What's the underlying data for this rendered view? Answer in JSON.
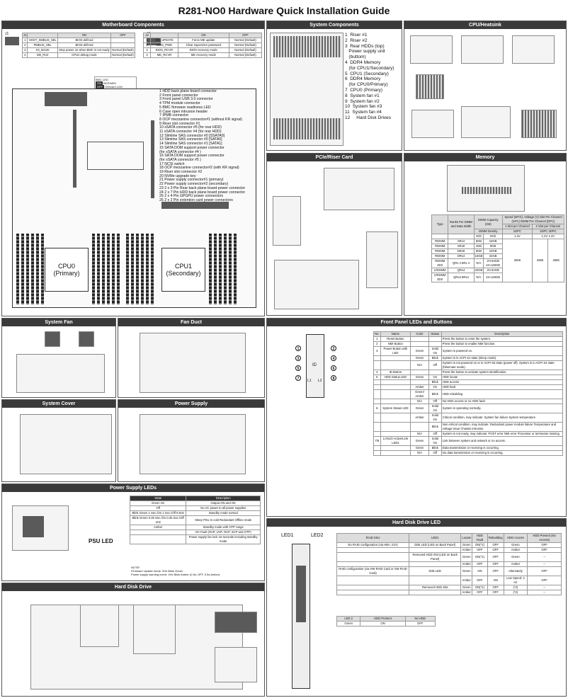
{
  "title": "R281-NO0 Hardware Quick Installation Guide",
  "sections": {
    "motherboard": "Motherboard Components",
    "system": "System Components",
    "cpu": "CPU/Heatsink",
    "pcie": "PCIe/Riser Card",
    "memory": "Memory",
    "fan": "System Fan",
    "duct": "Fan Duct",
    "frontled": "Front Panel LEDs and Buttons",
    "cover": "System Cover",
    "psu": "Power Supply",
    "psuled": "Power Supply LEDs",
    "hddled": "Hard Disk Drive LED",
    "hdd": "Hard Disk Drive"
  },
  "j1": {
    "label": "J1",
    "rows": [
      [
        "J1",
        "",
        "ON",
        "OFF"
      ],
      [
        "1",
        "HOST_SMBUS_SEL",
        "BIOS defined",
        ""
      ],
      [
        "2",
        "PMBUS_SEL",
        "BIOS defined",
        ""
      ],
      [
        "3",
        "S3_MASK",
        "Stop power on when BMC is not ready",
        "Normal (Default)"
      ],
      [
        "4",
        "DB_PLD",
        "CPLD debug mode",
        "Normal (Default)"
      ]
    ]
  },
  "j2": {
    "label": "J2",
    "rows": [
      [
        "J2",
        "",
        "ON",
        "OFF"
      ],
      [
        "1",
        "ME_UPDATE",
        "Force ME update",
        "Normal (Default)"
      ],
      [
        "2",
        "BIOS_PWD",
        "Clear supervisor password",
        "Normal (Default)"
      ],
      [
        "3",
        "BIOS_RCVR",
        "BIOS recovery mode",
        "Normal (Default)"
      ],
      [
        "4",
        "ME_RCVR",
        "ME recovery mode",
        "Normal (Default)"
      ]
    ]
  },
  "bmc_legend": {
    "title": "BMC LED",
    "on": "ON",
    "off": "OFF",
    "a": "BCP/MDC",
    "b": "Onboard LAN"
  },
  "mb_list": [
    "1  HDD back plane board connector",
    "2  Front panel connector",
    "3  Front panel USB 3.0 connector",
    "4  TPM module connector",
    "5  BMC firmware readiness LED",
    "6  Case open intrusion header",
    "7  IPMB connector",
    "8  OCP mezzanine connector#1 (without KR signal)",
    "9  Riser slot connector #1",
    "10      sSATA connector #5 (for rear HDD)",
    "11      sSATA connector #4 (for rear HDD)",
    "12      Slimline SAS connector #0 [SSATA0]",
    "13      Slimline SAS connector #0 [SATA0]",
    "14      Slimline SAS connector #1 [SATA1]",
    "15      SATA DOM support power connector",
    "          (for sSATA connector #4 )",
    "16      SATA DOM support power connector",
    "          (for sSATA connector #5 )",
    "17      NCSI switch",
    "18      OCP mezzanine connector#2 (with KR signal)",
    "19      Riser slot connector #2",
    "20      NVMe upgrade key",
    "21      Power supply connector#1 (primary)",
    "22      Power supply connector#2 (secondary)",
    "23      2 x 3 Pin Rear back plane board power connector",
    "24      2 x 7 Pin HDD back plane board power connector",
    "25      2 x 4 Pin GPGPU power connectors",
    "26      2 x 2 Pin extention card power connectors"
  ],
  "cpu0": {
    "name": "CPU0",
    "role": "(Primary)"
  },
  "cpu1": {
    "name": "CPU1",
    "role": "(Secondary)"
  },
  "sys_list": [
    "1  Riser #1",
    "2  Riser #2",
    "3  Rear HDDs (top)",
    "   Power supply unit",
    "   (buttom)",
    "4  DDR4 Memory",
    "   (for CPU1/Secondary)",
    "5  CPU1 (Secondary)",
    "6  DDR4 Memory",
    "   (for CPU0/Primary)",
    "7  CPU0 (Primary)",
    "8  System fan #1",
    "9  System fan #2",
    "10  System fan #3",
    "11  System fan #4",
    "12     Hard Disk Drives"
  ],
  "memory_table": {
    "h_type": "Type",
    "h_ranks": "Ranks Per DIMM and Data Width",
    "h_cap": "DIMM Capacity (GB)",
    "h_speed": "Speed (MT/s); Voltage (V) Slot Per Channel (SPC) DIMM Per Channel (DPC)",
    "h_1slot": "1 Slot per Channel",
    "h_2slot": "2 Slot per Channel",
    "h_density": "DIMM Density",
    "h_4g": "4Gb",
    "h_8g": "8Gb",
    "h_1dpc": "1DPC",
    "h_2dpc": "1DPC  2DPC",
    "h_v1": "1.2V",
    "h_v2": "1.2V  1.2V",
    "rows": [
      [
        "RDIMM",
        "SRx4",
        "8GB",
        "16GB"
      ],
      [
        "RDIMM",
        "SRx8",
        "4GB",
        "8GB"
      ],
      [
        "RDIMM",
        "DRx8",
        "8GB",
        "16GB"
      ],
      [
        "RDIMM",
        "DRx4",
        "16GB",
        "32GB"
      ],
      [
        "RDIMM 3DS",
        "QRx 4 8Rx 4",
        "N/A",
        "2H-64GB 4H-128GB"
      ],
      [
        "LRDIMM",
        "QRx4",
        "32GB",
        "2H 64GB"
      ],
      [
        "LRDIMM 3DS",
        "QRx4 8Rx4",
        "N/A",
        "4H-128GB"
      ]
    ],
    "speed": "2666"
  },
  "front_buttons": [
    "1",
    "2",
    "3",
    "4",
    "5",
    "6",
    "7",
    "8"
  ],
  "front_btn_labels": {
    "id": "ID",
    "l1": "L1",
    "l2": "L2"
  },
  "front_table": {
    "headers": [
      "No.",
      "Name",
      "Color",
      "Status",
      "Description"
    ],
    "rows": [
      [
        "1",
        "Reset Button",
        "",
        "",
        "Press the button to reset the system."
      ],
      [
        "2",
        "NMI Button",
        "",
        "",
        "Press the button to enable NMI function."
      ],
      [
        "3",
        "Power Button with LED",
        "Green",
        "Solid On",
        "System is powered on."
      ],
      [
        "",
        "",
        "Green",
        "Blink",
        "System is in ACPI S1 state (sleep mode)."
      ],
      [
        "",
        "",
        "N/A",
        "Off",
        "System is not powered on or in ACPI S5 state (power off). System is in ACPI S4 state (hibernate mode)."
      ],
      [
        "4",
        "ID Button",
        "",
        "",
        "Press the button to activate system identification."
      ],
      [
        "5",
        "HDD Status LED",
        "Green",
        "On",
        "HDD locate"
      ],
      [
        "",
        "",
        "",
        "Blink",
        "HDD access"
      ],
      [
        "",
        "",
        "Amber",
        "On",
        "HDD fault"
      ],
      [
        "",
        "",
        "Green/ Amber",
        "Blink",
        "HDD rebuilding"
      ],
      [
        "",
        "",
        "N/A",
        "Off",
        "No HDD access or no HDD fault."
      ],
      [
        "6",
        "System Status LED",
        "Green",
        "Solid On",
        "System is operating normally."
      ],
      [
        "",
        "",
        "Amber",
        "Solid On",
        "Critical condition, may indicate: System fan failure System temperature"
      ],
      [
        "",
        "",
        "",
        "Blink",
        "Non-critical condition, may indicate: Redundant power module failure Temperature and voltage issue Chassis intrusion"
      ],
      [
        "",
        "",
        "N/A",
        "Off",
        "System is not ready, may indicate: POST error NMI error Processor or terminator missing"
      ],
      [
        "7/8",
        "LAN1/2 Active/Link LEDs",
        "Green",
        "Solid On",
        "Link between system and network or no access."
      ],
      [
        "",
        "",
        "Green",
        "Blink",
        "Data transmission or receiving is occurring."
      ],
      [
        "",
        "",
        "N/A",
        "Off",
        "No data transmission or receiving is occurring."
      ]
    ]
  },
  "psu_table": {
    "headers": [
      "State",
      "Description"
    ],
    "rows": [
      [
        "Green On",
        "Output ON and OK"
      ],
      [
        "Off",
        "No AC power to all power supplies"
      ],
      [
        "Blink Green 1 Sec./On 1 Sec./Off 0.5Hz",
        "Standby mode normal"
      ],
      [
        "Blink Green 0.25 Sec./On 0.25 Sec./Off 2Hz",
        "Sleep PSU in cold Redundant Offline mode"
      ],
      [
        "Amber",
        "Standby mode with OTP range"
      ],
      [
        "",
        "OV Fault (OVP, UVP, OCP, SCP and OTP)"
      ],
      [
        "",
        "Power supply fan lock 15 seconds including standby mode"
      ]
    ],
    "notes": [
      "NOTE!",
      "Firmware Update mode: 2Hz Blink Green",
      "Power supply warning event: 1Hz Blink Amber (0.5s: OFF, 0.5s Amber)"
    ],
    "label": "PSU LED"
  },
  "hdd_led": {
    "led1": "LED1",
    "led2": "LED2",
    "headers": [
      "RAID SKU",
      "LED1",
      "Locate",
      "HDD Fault",
      "Rebuilding",
      "HDD Access",
      "HDD Present (No Access)"
    ],
    "rows": [
      [
        "No RAID configuration (via HBA, ICH)",
        "Disk LED (LED on Back Panel)",
        "Green",
        "ON(*1)",
        "OFF",
        "Green",
        "OFF"
      ],
      [
        "",
        "",
        "Amber",
        "OFF",
        "OFF",
        "Amber",
        "OFF"
      ],
      [
        "",
        "Removed HDD Slot (LED on Back Panel)",
        "Green",
        "ON(*1)",
        "OFF",
        "Green",
        "--"
      ],
      [
        "",
        "",
        "Amber",
        "OFF",
        "OFF",
        "Amber",
        "--"
      ],
      [
        "RAID configuration (via HW RAID Card or SW RAID Card)",
        "Disk LED",
        "Green",
        "ON",
        "OFF",
        "Alternately",
        "OFF"
      ],
      [
        "",
        "",
        "Amber",
        "OFF",
        "ON",
        "Low Speed: 2 Hz",
        "OFF"
      ],
      [
        "",
        "Removed HDD Slot",
        "Green",
        "ON(*1)",
        "OFF",
        "(*2)",
        "--"
      ],
      [
        "",
        "",
        "Amber",
        "OFF",
        "OFF",
        "(*2)",
        "--"
      ]
    ],
    "t2_headers": [
      "LED 2",
      "HDD Present",
      "No HDD"
    ],
    "t2_row": [
      "Green",
      "ON",
      "OFF"
    ]
  }
}
